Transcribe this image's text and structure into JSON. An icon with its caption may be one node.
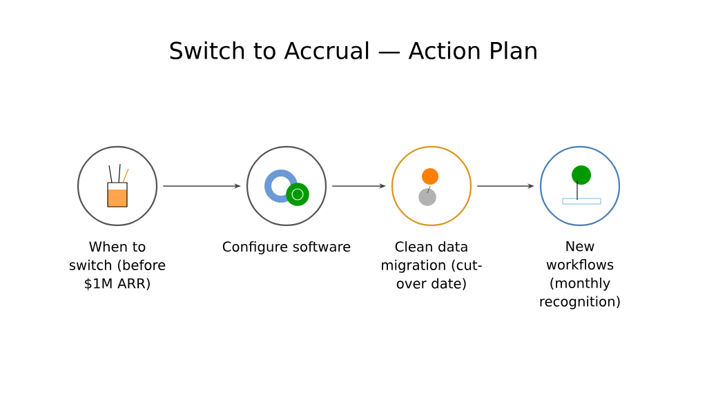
{
  "diagram": {
    "title": "Switch to Accrual — Action Plan",
    "nodes": [
      {
        "text": [
          "When to switch (before $1M ARR)"
        ]
      },
      {
        "text": [
          "Configure software"
        ]
      },
      {
        "text": [
          "Clean data migration (cut-over date)"
        ]
      },
      {
        "text": [
          "New workflows (monthly recognition)"
        ]
      }
    ],
    "edges": [
      {
        "from": 0,
        "to": 1,
        "arrow": "to"
      },
      {
        "from": 1,
        "to": 2,
        "arrow": "to"
      },
      {
        "from": 2,
        "to": 3,
        "arrow": "to"
      }
    ]
  }
}
